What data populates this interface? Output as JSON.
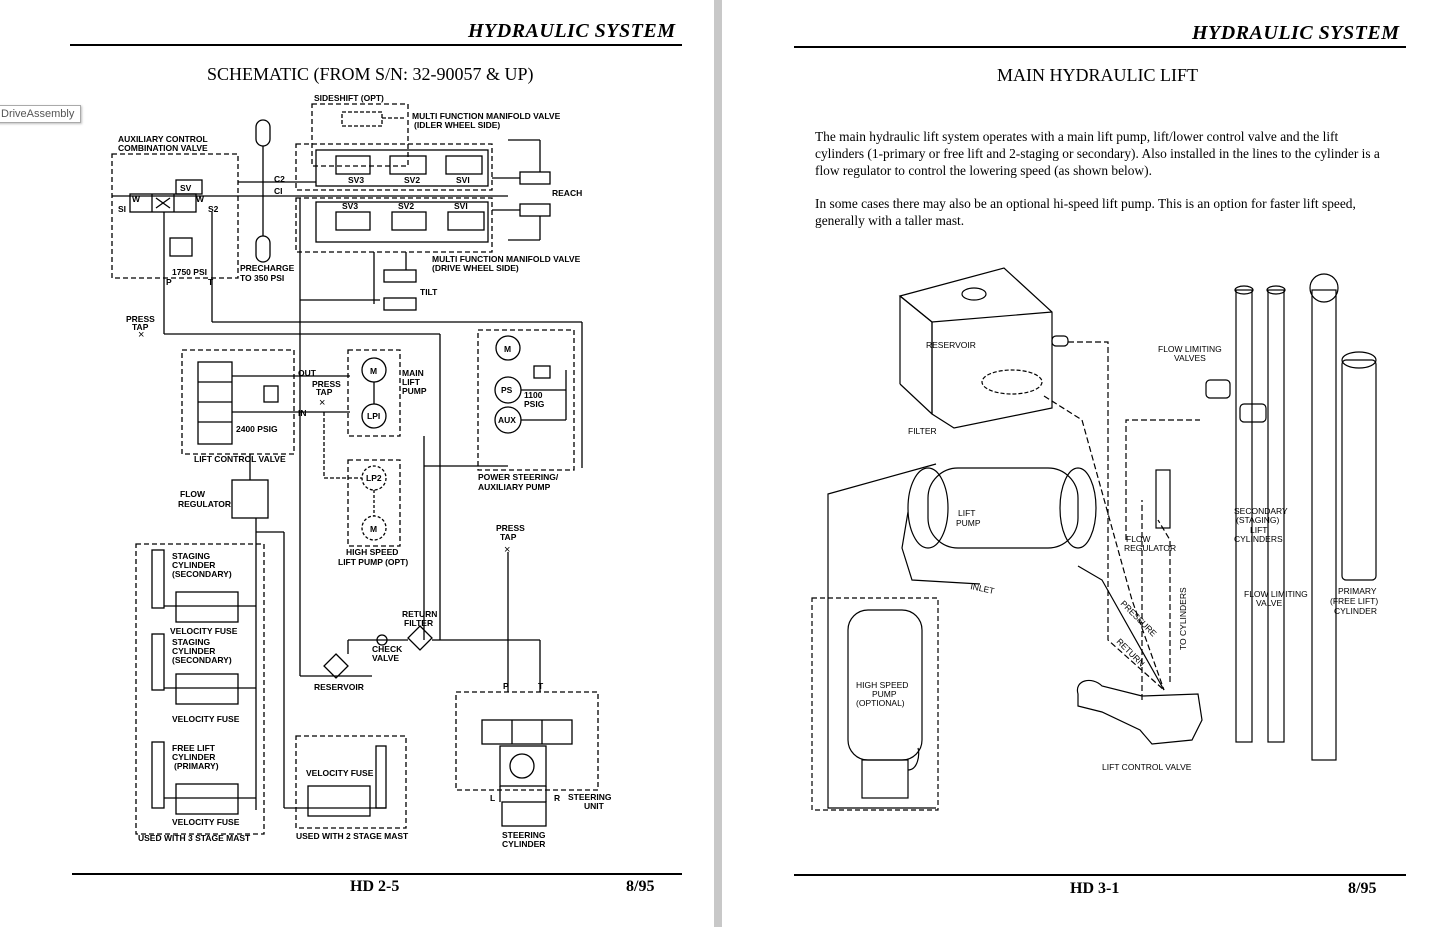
{
  "tooltip": "DriveAssembly",
  "left_page": {
    "header": "HYDRAULIC SYSTEM",
    "title": "SCHEMATIC (FROM S/N: 32-90057 & UP)",
    "footer_code": "HD 2-5",
    "footer_date": "8/95",
    "labels": {
      "sideshift": "SIDESHIFT (OPT)",
      "mfmv_idler_1": "MULTI FUNCTION MANIFOLD VALVE",
      "mfmv_idler_2": "(IDLER WHEEL SIDE)",
      "aux_valve_1": "AUXILIARY CONTROL",
      "aux_valve_2": "COMBINATION VALVE",
      "sv": "SV",
      "w1": "W",
      "w2": "W",
      "s1": "SI",
      "s2": "S2",
      "c2": "C2",
      "c1": "CI",
      "sv3_top": "SV3",
      "sv2_top": "SV2",
      "sv1_top": "SVI",
      "sv3_bot": "SV3",
      "sv2_bot": "SV2",
      "sv1_bot": "SVI",
      "reach": "REACH",
      "psi_1750": "1750 PSI",
      "precharge_1": "PRECHARGE",
      "precharge_2": "TO 350 PSI",
      "port_p": "P",
      "port_t": "T",
      "mfmv_drive_1": "MULTI FUNCTION MANIFOLD VALVE",
      "mfmv_drive_2": "(DRIVE WHEEL SIDE)",
      "tilt": "TILT",
      "press_tap_1a": "PRESS",
      "press_tap_1b": "TAP",
      "out": "OUT",
      "in": "IN",
      "press_tap_2a": "PRESS",
      "press_tap_2b": "TAP",
      "psig_2400": "2400 PSIG",
      "motor_m1": "M",
      "lp1": "LPI",
      "main_lift_1": "MAIN",
      "main_lift_2": "LIFT",
      "main_lift_3": "PUMP",
      "motor_m2": "M",
      "ps": "PS",
      "aux": "AUX",
      "psig_1100a": "1100",
      "psig_1100b": "PSIG",
      "lift_control_valve": "LIFT CONTROL VALVE",
      "power_steering_1": "POWER STEERING/",
      "power_steering_2": "AUXILIARY PUMP",
      "lp2": "LP2",
      "motor_m3": "M",
      "flow_regulator_1": "FLOW",
      "flow_regulator_2": "REGULATOR",
      "high_speed_1": "HIGH SPEED",
      "high_speed_2": "LIFT PUMP (OPT)",
      "staging_cyl_1a": "STAGING",
      "staging_cyl_1b": "CYLINDER",
      "staging_cyl_1c": "(SECONDARY)",
      "velocity_fuse_1": "VELOCITY FUSE",
      "staging_cyl_2a": "STAGING",
      "staging_cyl_2b": "CYLINDER",
      "staging_cyl_2c": "(SECONDARY)",
      "velocity_fuse_2": "VELOCITY FUSE",
      "free_lift_a": "FREE LIFT",
      "free_lift_b": "CYLINDER",
      "free_lift_c": "(PRIMARY)",
      "velocity_fuse_3": "VELOCITY FUSE",
      "used_3stage": "USED WITH 3 STAGE MAST",
      "press_tap_3a": "PRESS",
      "press_tap_3b": "TAP",
      "return_filter_1": "RETURN",
      "return_filter_2": "FILTER",
      "check_valve_1": "CHECK",
      "check_valve_2": "VALVE",
      "reservoir": "RESERVOIR",
      "velocity_fuse_4": "VELOCITY FUSE",
      "used_2stage": "USED WITH 2 STAGE MAST",
      "port_p2": "P",
      "port_t2": "T",
      "port_l": "L",
      "port_r": "R",
      "steering_unit_1": "STEERING",
      "steering_unit_2": "UNIT",
      "steering_cyl_1": "STEERING",
      "steering_cyl_2": "CYLINDER"
    }
  },
  "right_page": {
    "header": "HYDRAULIC SYSTEM",
    "title": "MAIN HYDRAULIC LIFT",
    "paragraph_1": "The main hydraulic lift system operates with a main lift pump, lift/lower control valve and the lift cylinders (1-primary or free lift and 2-staging or secondary).  Also installed in the lines to the cylinder is a flow regulator to control the lowering speed (as shown below).",
    "paragraph_2": "In some cases there may also be an optional hi-speed lift pump.  This is an option for faster lift speed, generally with a taller mast.",
    "footer_code": "HD  3-1",
    "footer_date": "8/95",
    "labels": {
      "reservoir": "RESERVOIR",
      "filter": "FILTER",
      "lift_pump_1": "LIFT",
      "lift_pump_2": "PUMP",
      "inlet": "INLET",
      "pressure": "PRESSURE",
      "return": "RETURN",
      "to_cylinders": "TO CYLINDERS",
      "high_speed_1": "HIGH SPEED",
      "high_speed_2": "PUMP",
      "high_speed_3": "(OPTIONAL)",
      "flow_limiting_top_1": "FLOW LIMITING",
      "flow_limiting_top_2": "VALVES",
      "flow_regulator_1": "FLOW",
      "flow_regulator_2": "REGULATOR",
      "secondary_1": "SECONDARY",
      "secondary_2": "(STAGING)",
      "secondary_3": "LIFT",
      "secondary_4": "CYLINDERS",
      "flow_limiting_bot_1": "FLOW LIMITING",
      "flow_limiting_bot_2": "VALVE",
      "primary_1": "PRIMARY",
      "primary_2": "(FREE LIFT)",
      "primary_3": "CYLINDER",
      "lift_control_valve": "LIFT CONTROL VALVE"
    }
  }
}
